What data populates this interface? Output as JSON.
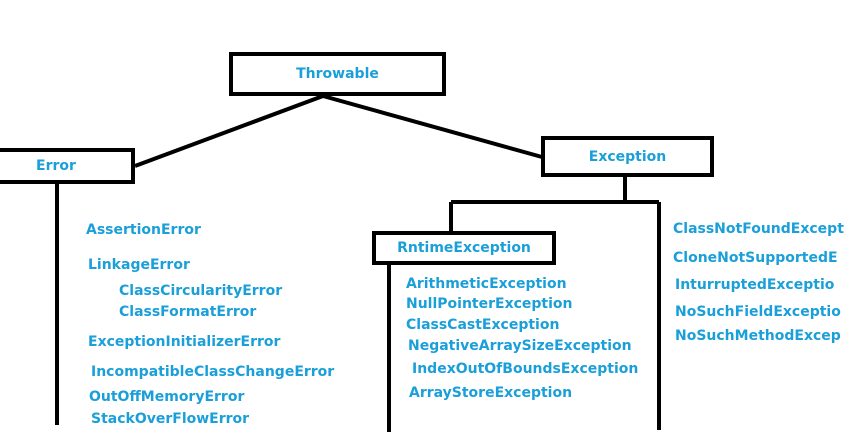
{
  "colors": {
    "label": "#1a9fd9",
    "line": "#000000",
    "background": "#ffffff"
  },
  "nodes": {
    "throwable": "Throwable",
    "error": "Error",
    "exception": "Exception",
    "runtime": "RntimeException"
  },
  "error_subclasses": [
    "AssertionError",
    "LinkageError",
    "ClassCircularityError",
    "ClassFormatError",
    "ExceptionInitializerError",
    "IncompatibleClassChangeError",
    "OutOffMemoryError",
    "StackOverFlowError"
  ],
  "runtime_subclasses": [
    "ArithmeticException",
    "NullPointerException",
    "ClassCastException",
    "NegativeArraySizeException",
    "IndexOutOfBoundsException",
    "ArrayStoreException"
  ],
  "checked_exceptions": [
    "ClassNotFoundExcept",
    "CloneNotSupportedE",
    "InturruptedExceptio",
    "NoSuchFieldExceptio",
    "NoSuchMethodExcep"
  ]
}
